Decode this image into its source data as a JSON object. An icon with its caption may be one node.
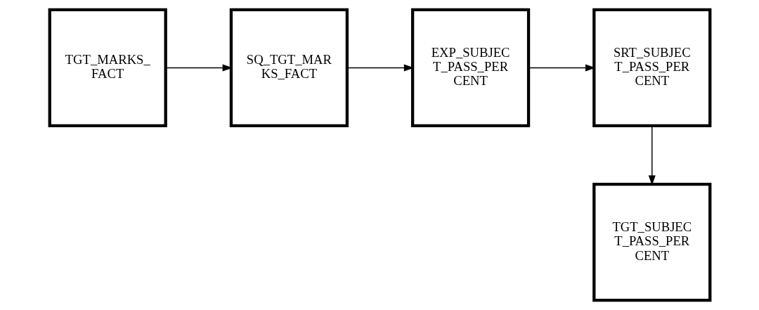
{
  "diagram": {
    "nodes": [
      {
        "text": [
          "TGT_MARKS_FACT"
        ]
      },
      {
        "text": [
          "SQ_TGT_MARKS_FACT"
        ]
      },
      {
        "text": [
          "EXP_SUBJECT_PASS_PERCENT"
        ]
      },
      {
        "text": [
          "SRT_SUBJECT_PASS_PERCENT"
        ]
      },
      {
        "text": [
          "TGT_SUBJECT_PASS_PERCENT"
        ]
      }
    ],
    "edges": [
      {
        "from": 0,
        "to": 1,
        "arrow": "to"
      },
      {
        "from": 1,
        "to": 2,
        "arrow": "to"
      },
      {
        "from": 2,
        "to": 3,
        "arrow": "to"
      },
      {
        "from": 3,
        "to": 4,
        "arrow": "to"
      }
    ]
  }
}
